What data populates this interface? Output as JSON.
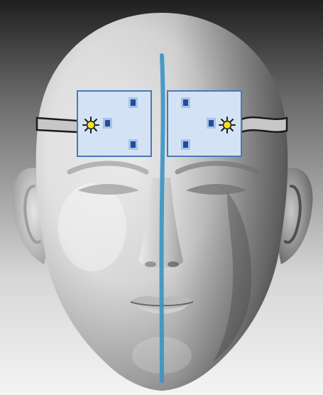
{
  "figure": {
    "subject": "head-model",
    "colors": {
      "background_top": "#1f1f1f",
      "background_bottom": "#f2f2f2",
      "skin_light": "#f4f4f4",
      "skin_mid": "#c9c9c9",
      "skin_shadow": "#6f6f6f",
      "midline": "#3a93c4",
      "pad_fill": "#d3e3f5",
      "pad_border": "#4a78b4",
      "electrode_square": "#1f4ea0",
      "connector_fill": "#c7c7c7",
      "led_yellow": "#f2e21a",
      "led_ring": "#1a1a1a"
    },
    "sensor_pads": [
      {
        "side": "left",
        "electrode_count": 3
      },
      {
        "side": "right",
        "electrode_count": 3
      }
    ],
    "icons": [
      "led-sun-icon",
      "electrode-square-icon",
      "cable-connector-icon"
    ]
  }
}
